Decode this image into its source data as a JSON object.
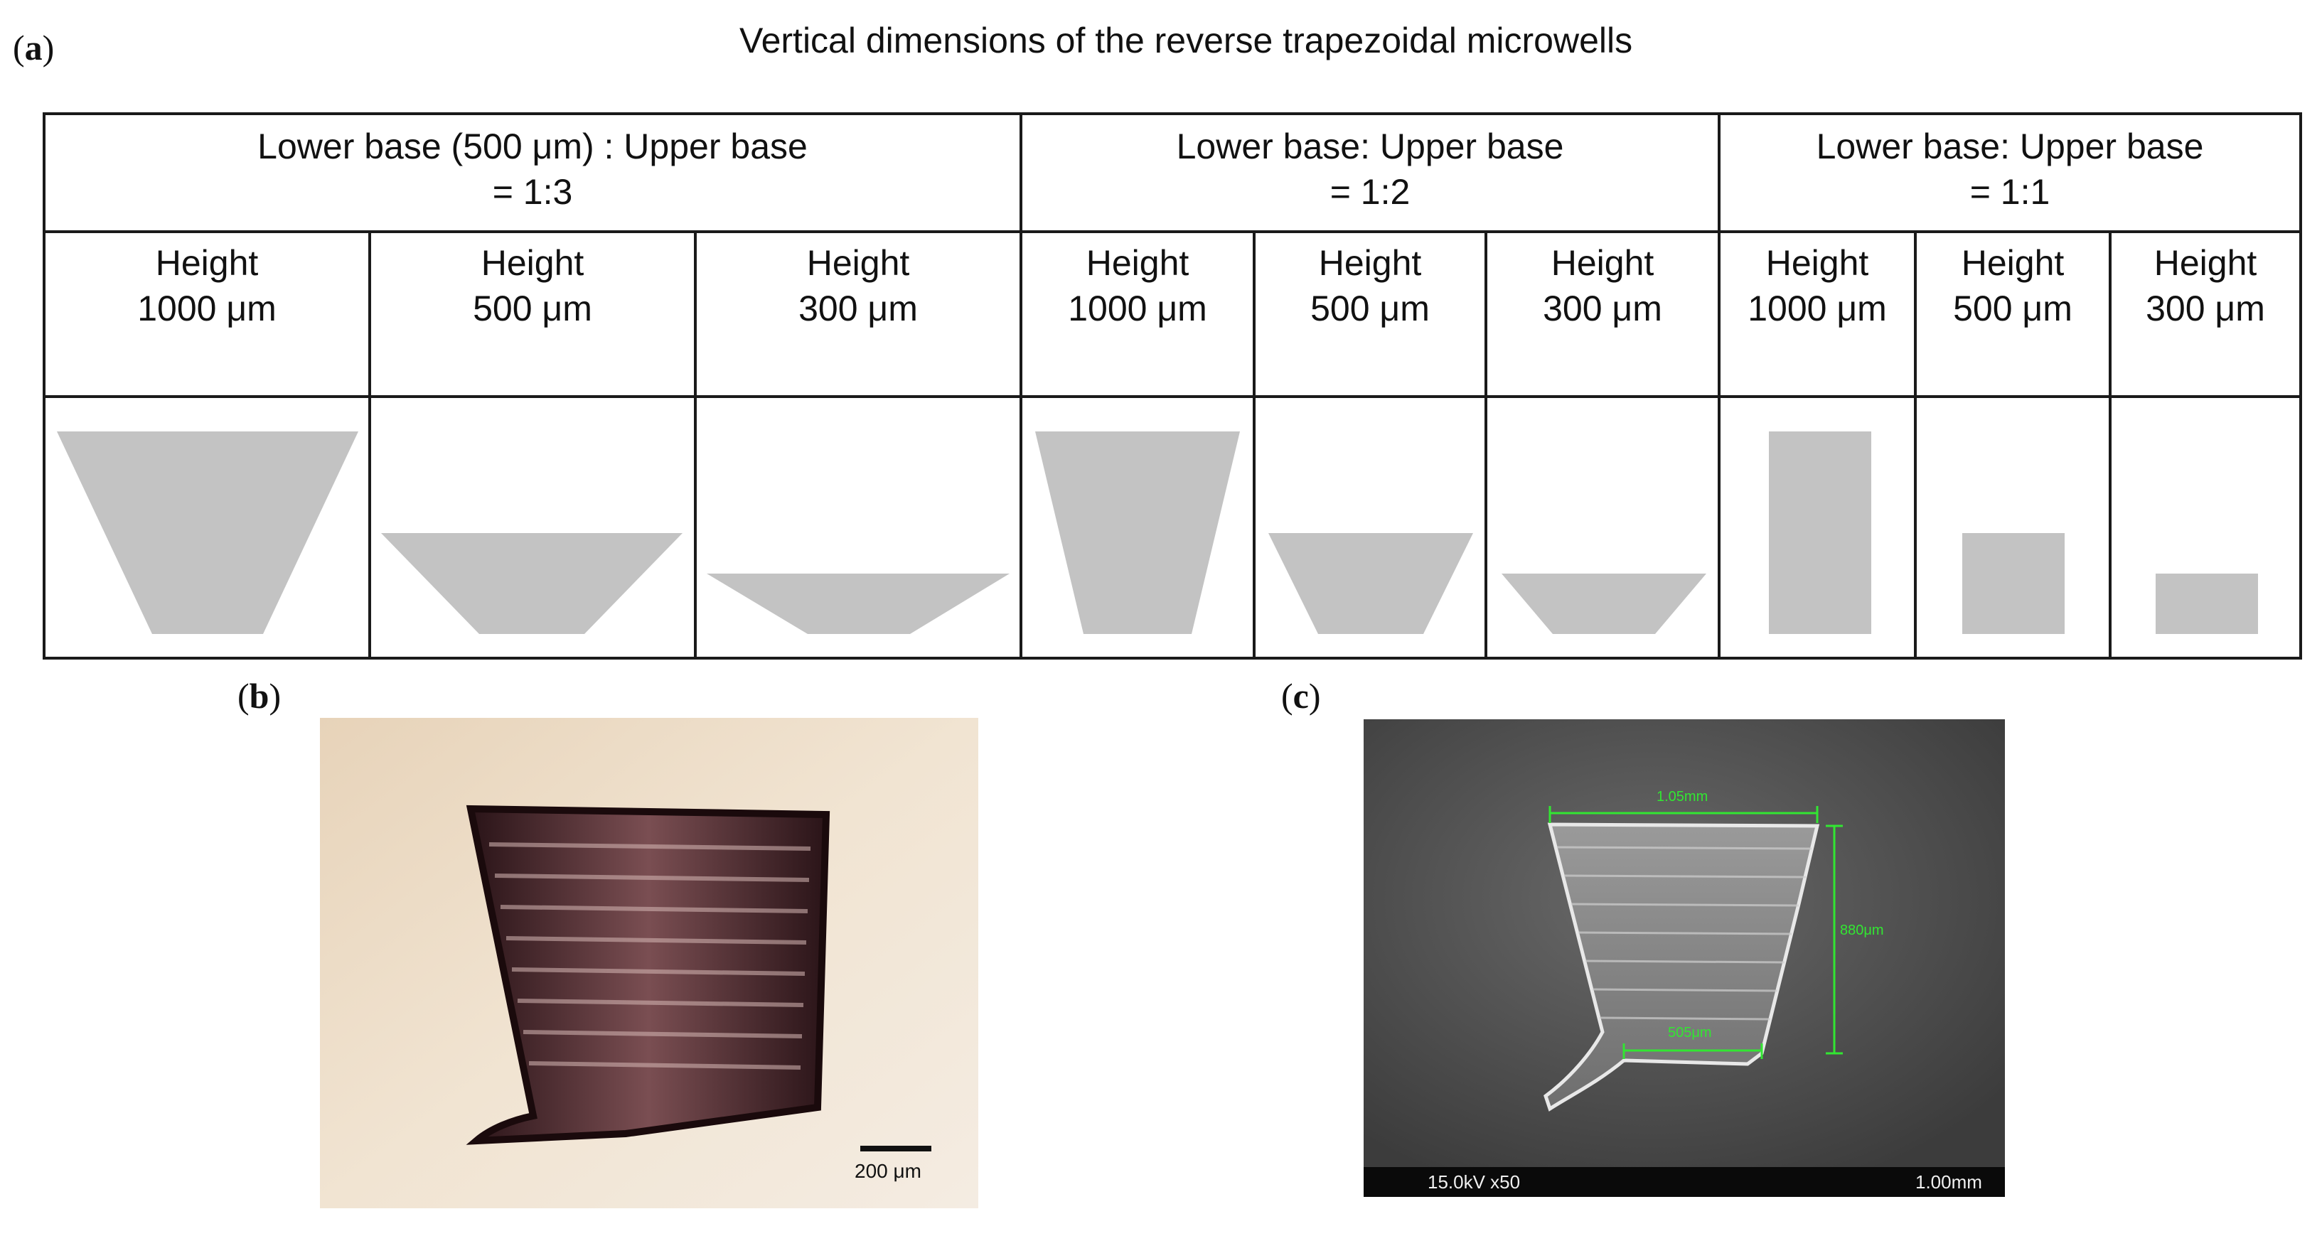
{
  "panels": {
    "a": "a",
    "b": "b",
    "c": "c"
  },
  "title": "Vertical dimensions of the reverse trapezoidal microwells",
  "groups": [
    {
      "line1": "Lower base (500 μm) : Upper base",
      "line2": "= 1:3"
    },
    {
      "line1": "Lower base: Upper base",
      "line2": "= 1:2"
    },
    {
      "line1": "Lower base: Upper base",
      "line2": "= 1:1"
    }
  ],
  "columns": [
    {
      "line1": "Height",
      "line2": "1000 μm"
    },
    {
      "line1": "Height",
      "line2": "500 μm"
    },
    {
      "line1": "Height",
      "line2": "300 μm"
    },
    {
      "line1": "Height",
      "line2": "1000 μm"
    },
    {
      "line1": "Height",
      "line2": "500 μm"
    },
    {
      "line1": "Height",
      "line2": "300 μm"
    },
    {
      "line1": "Height",
      "line2": "1000 μm"
    },
    {
      "line1": "Height",
      "line2": "500 μm"
    },
    {
      "line1": "Height",
      "line2": "300 μm"
    }
  ],
  "shape_color": "#c3c3c3",
  "photo_b": {
    "scale_label": "200 μm"
  },
  "photo_c": {
    "top_measure": "1.05mm",
    "height_measure": "880μm",
    "bottom_measure": "505μm",
    "footer_left": "15.0kV x50",
    "footer_right": "1.00mm"
  }
}
